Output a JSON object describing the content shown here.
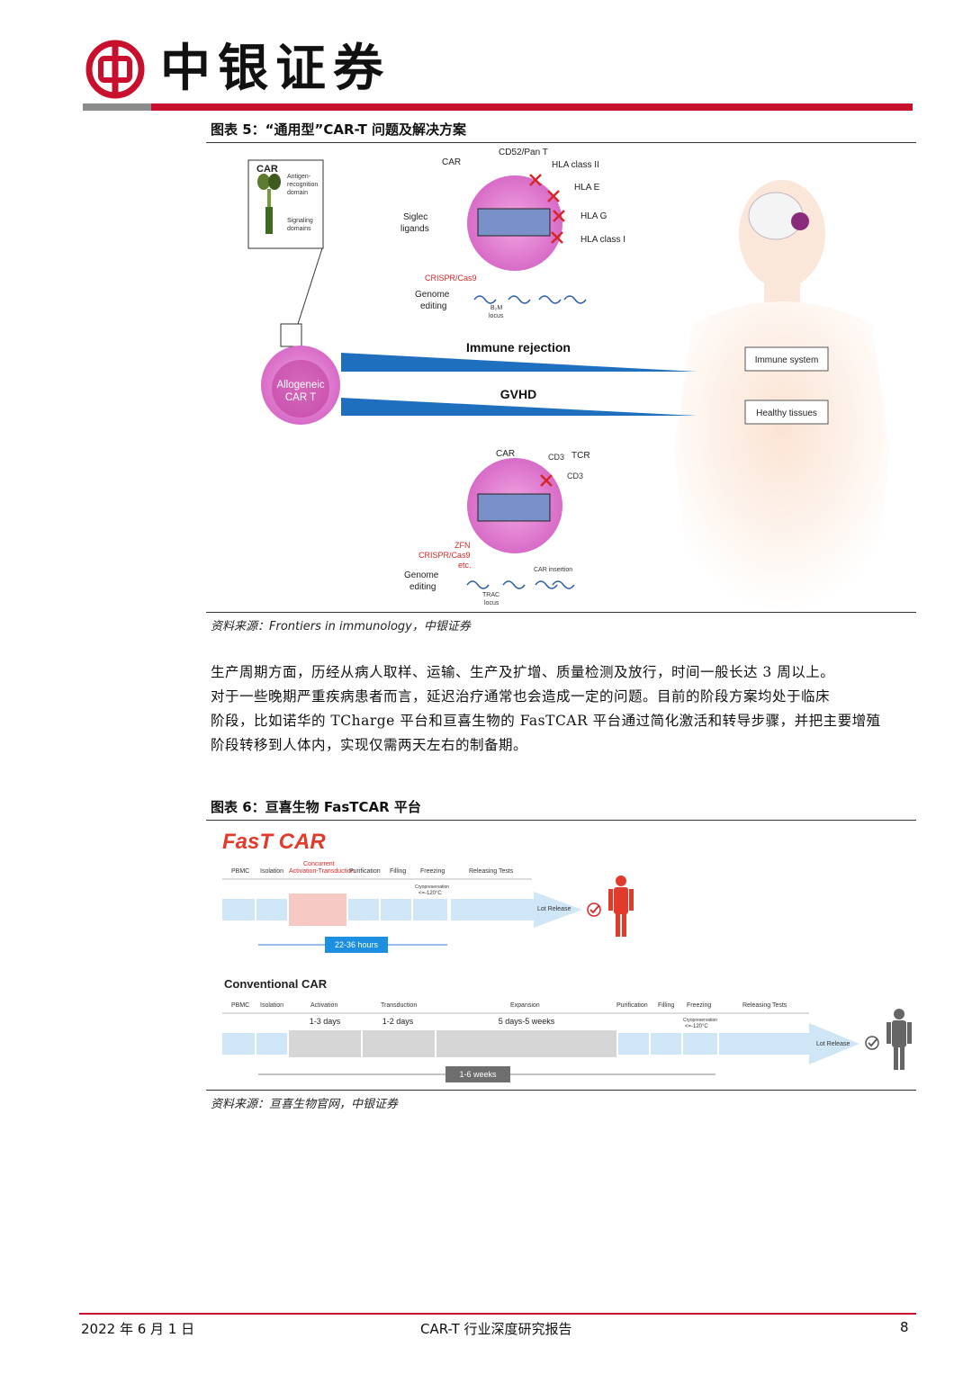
{
  "header": {
    "company_name": "中银证券",
    "brand_color": "#c8102e"
  },
  "figure5": {
    "title": "图表 5：“通用型”CAR-T 问题及解决方案",
    "source": "资料来源：Frontiers in immunology，中银证券",
    "diagram": {
      "car_box_title": "CAR",
      "antigen_label": [
        "Antigen-",
        "recognition",
        "domain"
      ],
      "signaling_label": [
        "Signaling",
        "domains"
      ],
      "top_car": "CAR",
      "cd52": "CD52/Pan T",
      "hla_class_ii": "HLA class II",
      "hla_e": "HLA E",
      "siglec": [
        "Siglec",
        "ligands"
      ],
      "hla_g": "HLA G",
      "hla_class_i": "HLA class I",
      "crispr_top": "CRISPR/Cas9",
      "genome_editing_top": [
        "Genome",
        "editing"
      ],
      "b2m_locus": [
        "B₂M",
        "locus"
      ],
      "immune_rejection": "Immune rejection",
      "gvhd": "GVHD",
      "allogeneic": [
        "Allogeneic",
        "CAR T"
      ],
      "immune_system": "Immune system",
      "healthy_tissues": "Healthy tissues",
      "bottom_car": "CAR",
      "cd3_tcr": "CD3",
      "tcr": "TCR",
      "cd3": "CD3",
      "zfn": "ZFN",
      "crispr_bottom": "CRISPR/Cas9",
      "etc": "etc.",
      "genome_editing_bottom": [
        "Genome",
        "editing"
      ],
      "car_insertion": "CAR insertion",
      "trac_locus": [
        "TRAC",
        "locus"
      ]
    }
  },
  "paragraph": {
    "lines": [
      "生产周期方面，历经从病人取样、运输、生产及扩增、质量检测及放行，时间一般长达 3 周以上。",
      "对于一些晚期严重疾病患者而言，延迟治疗通常也会造成一定的问题。目前的阶段方案均处于临床",
      "阶段，比如诺华的 TCharge 平台和亘喜生物的 FasTCAR 平台通过简化激活和转导步骤，并把主要增殖",
      "阶段转移到人体内，实现仅需两天左右的制备期。"
    ]
  },
  "figure6": {
    "title": "图表 6：亘喜生物 FasTCAR 平台",
    "source": "资料来源：亘喜生物官网，中银证券",
    "fastcar": {
      "logo": "FasT CAR",
      "steps": [
        "PBMC",
        "Isolation",
        "Concurrent",
        "Activation-Transduction",
        "Purification",
        "Filling",
        "Freezing",
        "Releasing Tests"
      ],
      "cryo": [
        "Cryopreservation",
        "<=-120°C"
      ],
      "lot_release": "Lot Release",
      "duration": "22-36 hours"
    },
    "conventional": {
      "title": "Conventional CAR",
      "steps": [
        "PBMC",
        "Isolation",
        "Activation",
        "Transduction",
        "Expansion",
        "Purification",
        "Filling",
        "Freezing",
        "Releasing Tests"
      ],
      "durations": [
        "1-3 days",
        "1-2 days",
        "5 days-5 weeks"
      ],
      "cryo": [
        "Cryopreservation",
        "<=-120°C"
      ],
      "lot_release": "Lot Release",
      "total": "1-6 weeks"
    }
  },
  "footer": {
    "date": "2022 年 6 月 1 日",
    "report_title": "CAR-T 行业深度研究报告",
    "page_number": "8"
  }
}
